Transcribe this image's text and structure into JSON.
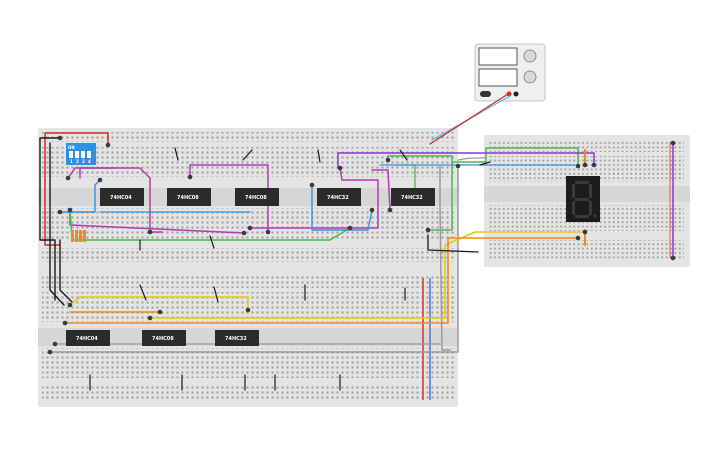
{
  "app": {
    "title": "Breadboard circuit canvas"
  },
  "dip_switch": {
    "on_label": "ON",
    "positions": [
      "1",
      "2",
      "3",
      "4"
    ]
  },
  "chips": {
    "upper": [
      "74HC04",
      "74HC08",
      "74HC08",
      "74HC32",
      "74HC32"
    ],
    "lower": [
      "74HC04",
      "74HC08",
      "74HC32"
    ]
  },
  "seven_segment": {
    "digit": "8"
  },
  "colors": {
    "breadboard": "#e4e4e4",
    "rail_red": "#d93a3a",
    "rail_blue": "#4f7ed8",
    "chip": "#2b2b2b",
    "wire_magenta": "#b23bb0",
    "wire_green": "#4bb84b",
    "wire_yellow": "#e8c320",
    "wire_orange": "#ef8a1c",
    "wire_blue": "#3b8fd6",
    "wire_purple": "#8a3ac0",
    "wire_gray": "#9a9a9a",
    "wire_black": "#1a1a1a",
    "wire_red": "#d62828",
    "display": "#1c1c1c",
    "dip_switch": "#2f8fe0",
    "power_supply": "#efefef"
  },
  "icons": [
    "power-supply-icon",
    "dip-switch-icon",
    "seven-segment-display-icon"
  ]
}
